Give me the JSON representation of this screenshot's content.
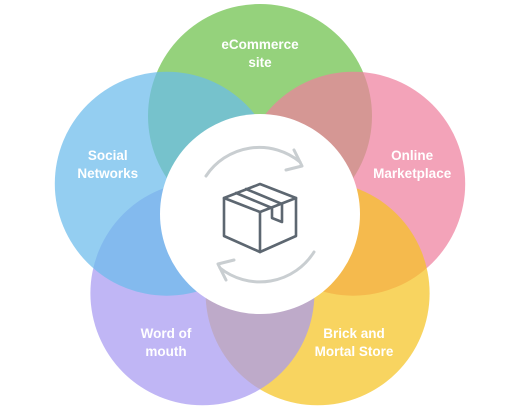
{
  "diagram": {
    "center_icon": "box-with-cycle-arrows-icon",
    "channels": [
      {
        "id": "ecommerce",
        "lines": [
          "eCommerce",
          "site"
        ],
        "color": "#6cc04a"
      },
      {
        "id": "marketplace",
        "lines": [
          "Online",
          "Marketplace"
        ],
        "color": "#ee7f9e"
      },
      {
        "id": "brick",
        "lines": [
          "Brick and",
          "Mortal Store"
        ],
        "color": "#f5c423"
      },
      {
        "id": "word",
        "lines": [
          "Word of",
          "mouth"
        ],
        "color": "#a89af1"
      },
      {
        "id": "social",
        "lines": [
          "Social",
          "Networks"
        ],
        "color": "#6bbbec"
      }
    ]
  }
}
